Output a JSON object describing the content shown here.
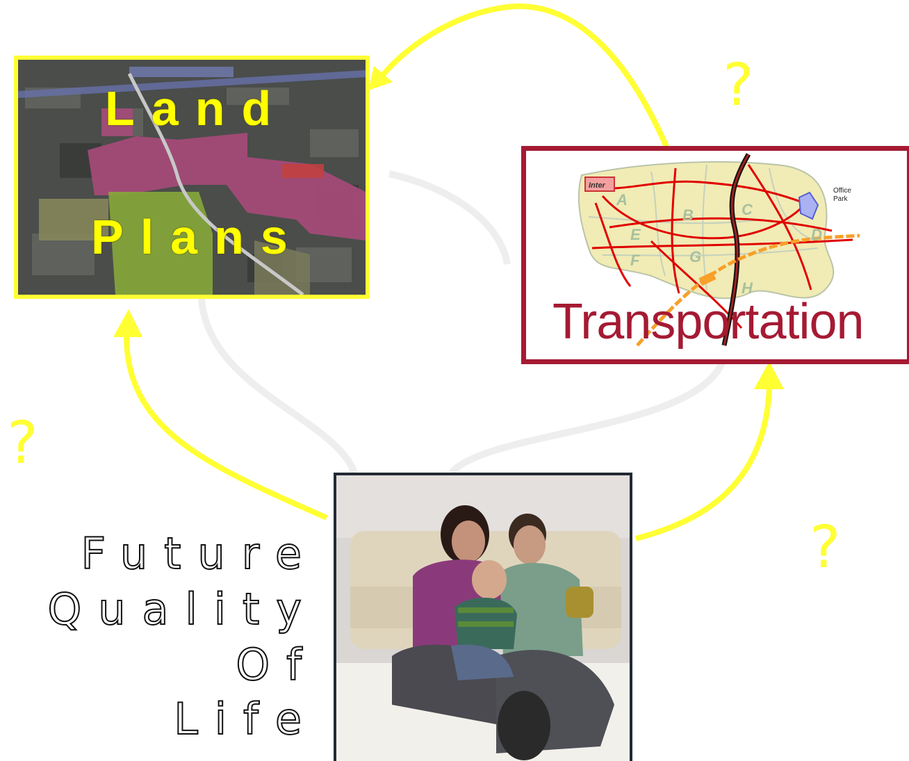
{
  "land_panel": {
    "word1": "Land",
    "word2": "Plans"
  },
  "transport_panel": {
    "title": "Transportation",
    "map_labels": {
      "inter": "Inter",
      "office_park_line1": "Office",
      "office_park_line2": "Park",
      "zones": [
        "A",
        "B",
        "C",
        "D",
        "E",
        "F",
        "G",
        "H"
      ]
    }
  },
  "quality_of_life": {
    "line1": "Future",
    "line2": "Quality",
    "line3": "Of",
    "line4": "Life"
  },
  "question_marks": {
    "top_right": "?",
    "left": "?",
    "bottom_right": "?"
  },
  "colors": {
    "arrow": "#ffff33",
    "land_border": "#ffff33",
    "transport_border": "#a51a33",
    "road": "#e00000"
  }
}
